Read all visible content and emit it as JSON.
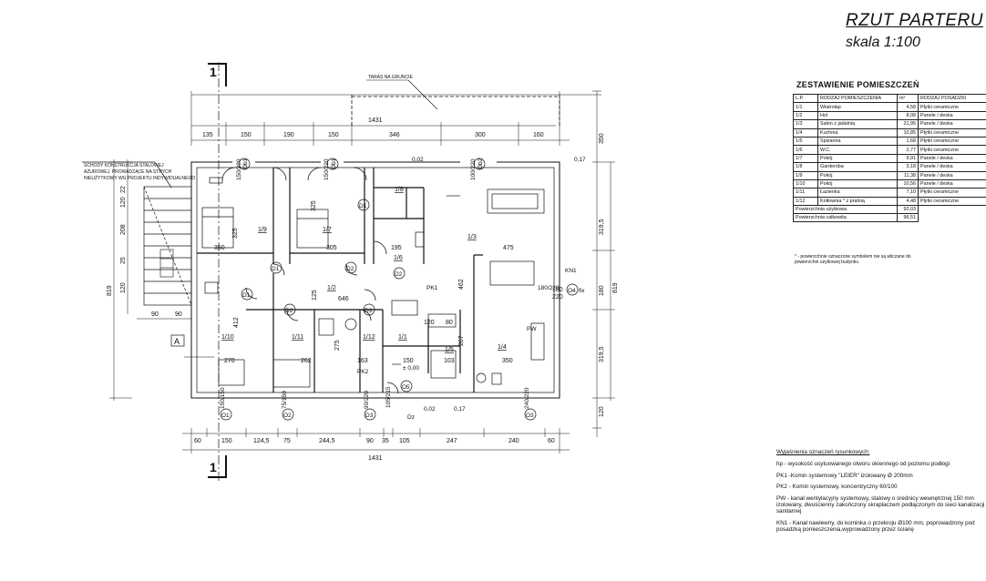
{
  "drawing": {
    "title": "RZUT PARTERU",
    "scale": "skala 1:100",
    "section_marks": [
      "1",
      "1"
    ],
    "annotations": {
      "terrace": "TARAS NA GRUNCIE",
      "stairs_line1": "SCHODY KONSTRUKCJA STALOWEJ",
      "stairs_line2": "AŻUROWEJ, PROWADZĄCE NA STRYCH",
      "stairs_line3": "NIEUŻYTKOWY WG PROJEKTU INDYWIDUALNEGO",
      "marker_a": "A",
      "pk1": "PK1",
      "pk2": "PK2",
      "kn1": "KN1",
      "pw": "PW",
      "level_0": "± 0,00",
      "level_a": "0,02",
      "level_b": "0,17",
      "level_c": "0,02",
      "level_d": "0,17",
      "fix": "fix"
    },
    "dims_top": [
      "135",
      "150",
      "190",
      "150",
      "346",
      "300",
      "160"
    ],
    "dim_top_total": "1431",
    "dims_bottom": [
      "60",
      "150",
      "124,5",
      "75",
      "244,5",
      "90",
      "35",
      "105",
      "247",
      "240",
      "60"
    ],
    "dim_bottom_total": "1431",
    "dims_right": [
      "350",
      "319,5",
      "180",
      "319,5",
      "120"
    ],
    "dim_right_total": "819",
    "dims_left": [
      "22",
      "120",
      "208",
      "25",
      "120",
      "90",
      "90"
    ],
    "dim_left_total": "819",
    "room_labels": [
      "1/9",
      "1/7",
      "1/8",
      "1/3",
      "1/6",
      "1/1",
      "1/11",
      "1/12",
      "1/5",
      "1/4",
      "1/10",
      "1/2"
    ],
    "room_dims": [
      "325",
      "350",
      "305",
      "195",
      "475",
      "646",
      "412",
      "270",
      "262",
      "163",
      "150",
      "103",
      "350",
      "267",
      "462",
      "120",
      "80",
      "125",
      "275",
      "325",
      "180",
      "220"
    ],
    "door_tags": [
      "D1",
      "D1",
      "D1",
      "D2",
      "D2",
      "D2",
      "D3",
      "D3"
    ],
    "window_tags": [
      "Ob1",
      "Ob1",
      "Ob2",
      "O1",
      "O2",
      "O3",
      "O4",
      "O5",
      "Dz"
    ],
    "window_heights": [
      "150/220",
      "150/220",
      "100/220",
      "150/150",
      "75/150",
      "90/220",
      "240/220",
      "180/220",
      "105/215"
    ]
  },
  "schedule": {
    "heading": "ZESTAWIENIE POMIESZCZEŃ",
    "columns": [
      "L.P.",
      "RODZAJ POMIESZCZENIA",
      "m²",
      "RODZAJ POSADZKI"
    ],
    "rows": [
      [
        "1/1",
        "Wiatrołap",
        "4,58",
        "Płytki ceramiczne"
      ],
      [
        "1/2",
        "Hol",
        "8,08",
        "Panele / deska"
      ],
      [
        "1/3",
        "Salon z jadalnią",
        "21,95",
        "Panele / deska"
      ],
      [
        "1/4",
        "Kuchnia",
        "10,85",
        "Płytki ceramiczne"
      ],
      [
        "1/5",
        "Spiżarnia",
        "1,68",
        "Płytki ceramiczne"
      ],
      [
        "1/6",
        "W.C.",
        "2,77",
        "Płytki ceramiczne"
      ],
      [
        "1/7",
        "Pokój",
        "9,91",
        "Panele / deska"
      ],
      [
        "1/8",
        "Garderoba",
        "3,18",
        "Panele / deska"
      ],
      [
        "1/9",
        "Pokój",
        "11,38",
        "Panele / deska"
      ],
      [
        "1/10",
        "Pokój",
        "10,56",
        "Panele / deska"
      ],
      [
        "1/11",
        "Łazienka",
        "7,10",
        "Płytki ceramiczne"
      ],
      [
        "1/12",
        "Kotłownia * z pralnią",
        "4,48",
        "Płytki ceramiczne"
      ]
    ],
    "usable_label": "Powierzchnia użytkowa",
    "usable_value": "92,03",
    "total_label": "Powierzchnia całkowita",
    "total_value": "96,51",
    "note": "* - powierzchnie oznaczone symbolem nie są wliczane do powierzchni użytkowej budynku"
  },
  "legend": {
    "heading": "Wyjaśnienia oznaczeń rysunkowych:",
    "hp": "hp - wysokość usytuowanego otworu okiennego od poziomu podłogi",
    "pk1": "PK1 -Komin systemowy \"LEIER\" izolowany Ø 200mm",
    "pk2": "PK2 - Komin systemowy, koncentryczny 60/100",
    "pw": "PW - kanał wentylacyjny systemowy, stalowy o średnicy wewnętrznej 150 mm izolowany, dwuścienny zakończony skraplaczem podłączonym do sieci kanalizacji sanitarnej",
    "kn1": "KN1 - Kanał nawiewny, do kominka o przekroju Ø100 mm, poprowadzony pod posadzką pomieszczenia,wyprowadzony przez ścianę"
  }
}
